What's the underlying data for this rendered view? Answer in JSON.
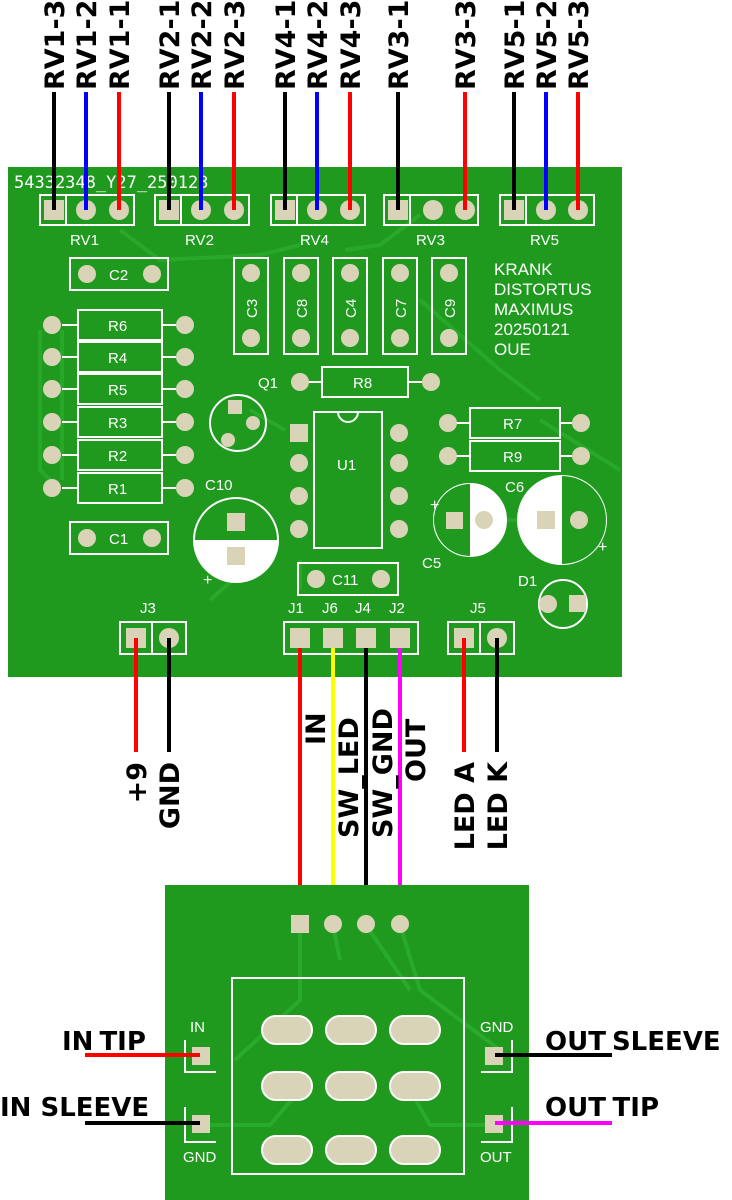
{
  "colors": {
    "pcb": "#1f9a1f",
    "pcb_dark": "#178317",
    "trace": "#2aaa2a",
    "silk": "#ffffff",
    "pad": "#d9d4b8",
    "pad_ring": "#b8b396",
    "wire_black": "#000000",
    "wire_red": "#ff0000",
    "wire_blue": "#0000ff",
    "wire_yellow": "#ffff00",
    "wire_magenta": "#ff00ff"
  },
  "main_board": {
    "header_text": "54332348_Y27_250123",
    "pot_connectors": [
      {
        "ref": "RV1",
        "pins": [
          {
            "label": "RV1-3",
            "wire": "black"
          },
          {
            "label": "RV1-2",
            "wire": "blue"
          },
          {
            "label": "RV1-1",
            "wire": "red"
          }
        ]
      },
      {
        "ref": "RV2",
        "pins": [
          {
            "label": "RV2-1",
            "wire": "black"
          },
          {
            "label": "RV2-2",
            "wire": "blue"
          },
          {
            "label": "RV2-3",
            "wire": "red"
          }
        ]
      },
      {
        "ref": "RV4",
        "pins": [
          {
            "label": "RV4-1",
            "wire": "black"
          },
          {
            "label": "RV4-2",
            "wire": "blue"
          },
          {
            "label": "RV4-3",
            "wire": "red"
          }
        ]
      },
      {
        "ref": "RV3",
        "pins": [
          {
            "label": "RV3-1",
            "wire": "black"
          },
          {
            "label": "",
            "wire": "none"
          },
          {
            "label": "RV3-3",
            "wire": "red"
          }
        ]
      },
      {
        "ref": "RV5",
        "pins": [
          {
            "label": "RV5-1",
            "wire": "black"
          },
          {
            "label": "RV5-2",
            "wire": "blue"
          },
          {
            "label": "RV5-3",
            "wire": "red"
          }
        ]
      }
    ],
    "title_lines": [
      "KRANK",
      "DISTORTUS",
      "MAXIMUS",
      "20250121",
      "OUE"
    ],
    "resistors_left": [
      "R6",
      "R4",
      "R5",
      "R3",
      "R2",
      "R1"
    ],
    "resistors_right": [
      "R7",
      "R9"
    ],
    "resistor_r8": "R8",
    "caps_film": [
      "C3",
      "C8",
      "C4",
      "C7",
      "C9"
    ],
    "cap_c2": "C2",
    "cap_c1": "C1",
    "cap_c11": "C11",
    "electrolytic": [
      "C10",
      "C5",
      "C6"
    ],
    "transistor": "Q1",
    "ic": "U1",
    "led": "D1",
    "power_jack": {
      "ref": "J3",
      "pins": [
        {
          "label": "+9",
          "wire": "red"
        },
        {
          "label": "GND",
          "wire": "black"
        }
      ]
    },
    "signal_header": {
      "refs": [
        "J1",
        "J6",
        "J4",
        "J2"
      ],
      "pins": [
        {
          "label": "IN",
          "wire": "red"
        },
        {
          "label": "SW_LED",
          "wire": "yellow"
        },
        {
          "label": "SW_GND",
          "wire": "black"
        },
        {
          "label": "OUT",
          "wire": "magenta"
        }
      ]
    },
    "led_header": {
      "ref": "J5",
      "pins": [
        {
          "label": "LED A",
          "wire": "red"
        },
        {
          "label": "LED K",
          "wire": "black"
        }
      ]
    }
  },
  "switch_board": {
    "silk_in": "IN",
    "silk_gnd": "GND",
    "silk_gnd_right": "GND",
    "silk_out": "OUT",
    "labels": {
      "in_tip_a": "IN",
      "in_tip_b": "TIP",
      "in_sleeve": "IN SLEEVE",
      "out_sleeve_a": "OUT",
      "out_sleeve_b": "SLEEVE",
      "out_tip_a": "OUT",
      "out_tip_b": "TIP"
    }
  }
}
